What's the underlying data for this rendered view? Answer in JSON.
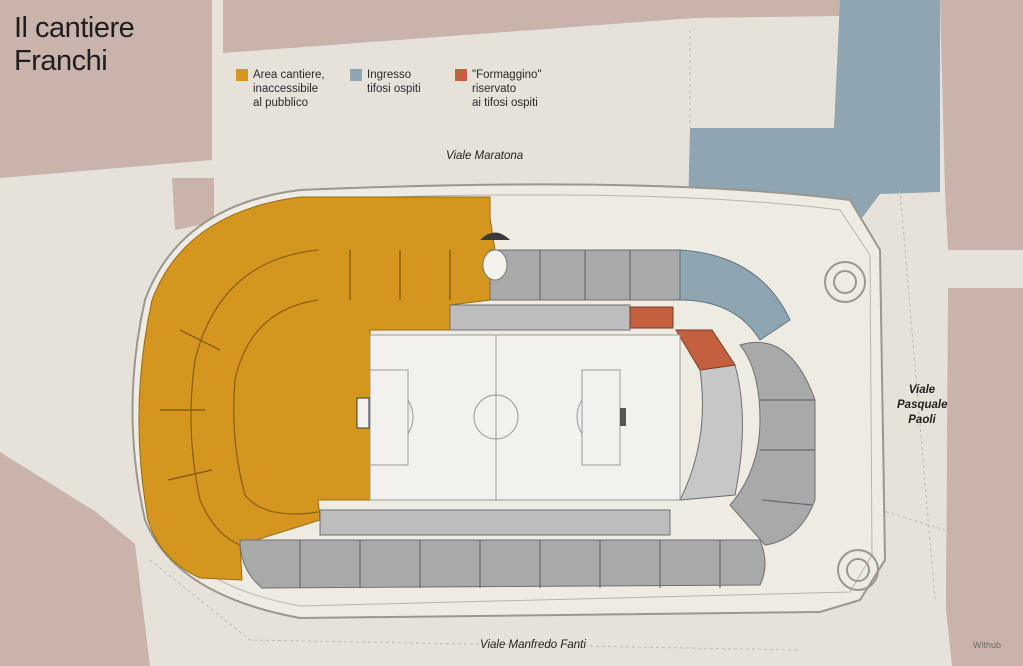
{
  "title": [
    "Il cantiere",
    "Franchi"
  ],
  "legend": [
    {
      "lines": [
        "Area cantiere,",
        "inaccessibile",
        "al pubblico"
      ],
      "color": "#d4961e"
    },
    {
      "lines": [
        "Ingresso",
        "tifosi ospiti"
      ],
      "color": "#8fa5b1"
    },
    {
      "lines": [
        "\"Formaggino\"",
        "riservato",
        "ai tifosi ospiti"
      ],
      "color": "#c4603f"
    }
  ],
  "streets": {
    "north": "Viale Maratona",
    "south": "Viale Manfredo Fanti",
    "east": [
      "Viale",
      "Pasquale",
      "Paoli"
    ]
  },
  "credit": "Withub",
  "colors": {
    "background": "#e6e2d9",
    "buildings": "#c9b3ab",
    "cantiere": "#d4961e",
    "ospiti": "#8fa5b1",
    "formaggino": "#c4603f",
    "stands": "#a9a9a9",
    "pitch": "#f2f1ee"
  }
}
